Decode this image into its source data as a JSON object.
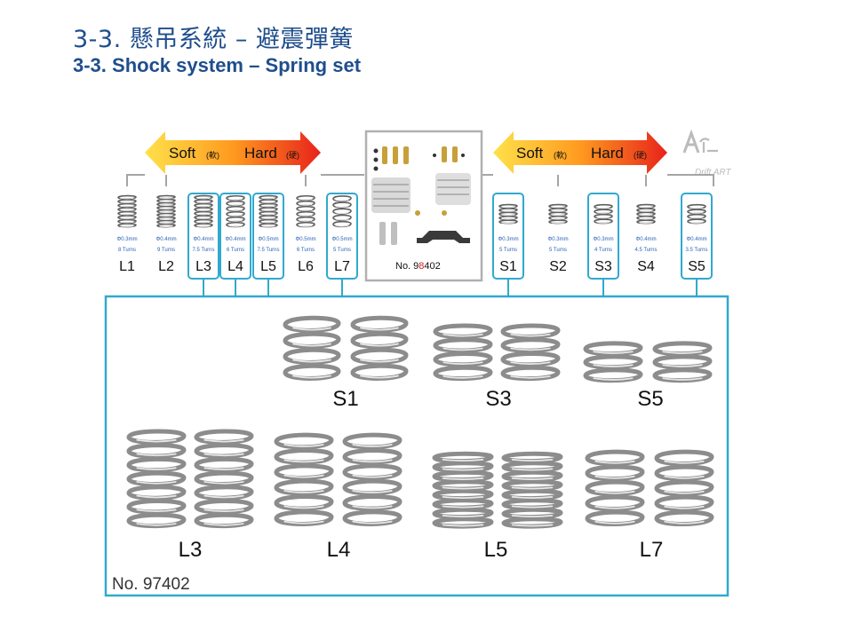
{
  "title": {
    "zh": "3-3. 懸吊系統 – 避震彈簧",
    "en": "3-3. Shock system – Spring set"
  },
  "brand": {
    "name": "Drift ART"
  },
  "scale": {
    "soft": "Soft",
    "soft_zh": "(軟)",
    "hard": "Hard",
    "hard_zh": "(硬)"
  },
  "long_springs": [
    {
      "label": "L1",
      "wire": "Φ0.3mm",
      "turns": "8 Turns",
      "highlight": false
    },
    {
      "label": "L2",
      "wire": "Φ0.4mm",
      "turns": "9 Turns",
      "highlight": false
    },
    {
      "label": "L3",
      "wire": "Φ0.4mm",
      "turns": "7.5 Turns",
      "highlight": true
    },
    {
      "label": "L4",
      "wire": "Φ0.4mm",
      "turns": "6 Turns",
      "highlight": true
    },
    {
      "label": "L5",
      "wire": "Φ0.5mm",
      "turns": "7.5 Turns",
      "highlight": true
    },
    {
      "label": "L6",
      "wire": "Φ0.5mm",
      "turns": "6 Turns",
      "highlight": false
    },
    {
      "label": "L7",
      "wire": "Φ0.5mm",
      "turns": "5 Turns",
      "highlight": true
    }
  ],
  "short_springs": [
    {
      "label": "S1",
      "wire": "Φ0.3mm",
      "turns": "5 Turns",
      "highlight": true
    },
    {
      "label": "S2",
      "wire": "Φ0.3mm",
      "turns": "5 Turns",
      "highlight": false
    },
    {
      "label": "S3",
      "wire": "Φ0.3mm",
      "turns": "4 Turns",
      "highlight": true
    },
    {
      "label": "S4",
      "wire": "Φ0.4mm",
      "turns": "4.5 Turns",
      "highlight": false
    },
    {
      "label": "S5",
      "wire": "Φ0.4mm",
      "turns": "3.5 Turns",
      "highlight": true
    }
  ],
  "kit": {
    "label_prefix": "No. 9",
    "label_highlight": "8",
    "label_suffix": "402"
  },
  "photos": [
    {
      "label": "S1"
    },
    {
      "label": "S3"
    },
    {
      "label": "S5"
    },
    {
      "label": "L3"
    },
    {
      "label": "L4"
    },
    {
      "label": "L5"
    },
    {
      "label": "L7"
    }
  ],
  "product_number": "No. 97402",
  "colors": {
    "title": "#1f4e8c",
    "highlight_box": "#31a9cf",
    "spec_text": "#2b63b8",
    "kit_red": "#d02020"
  }
}
